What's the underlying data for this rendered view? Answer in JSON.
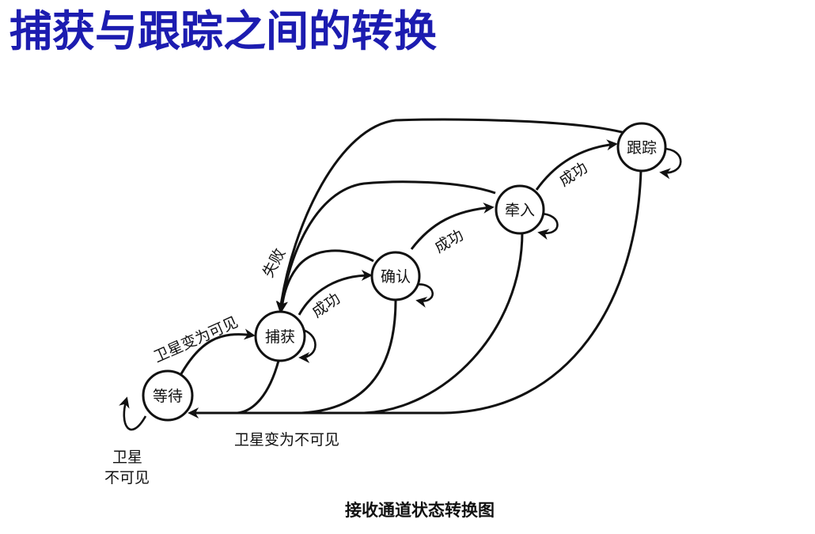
{
  "title": "捕获与跟踪之间的转换",
  "caption": "接收通道状态转换图",
  "colors": {
    "title": "#1c1cb0",
    "ink": "#111111"
  },
  "nodes": {
    "wait": "等待",
    "acquire": "捕获",
    "confirm": "确认",
    "pullin": "牵入",
    "track": "跟踪"
  },
  "labels": {
    "visible": "卫星变为可见",
    "success_1": "成功",
    "success_2": "成功",
    "success_3": "成功",
    "fail": "失败",
    "invisible": "卫星变为不可见",
    "self_loop_1": "卫星",
    "self_loop_2": "不可见"
  }
}
